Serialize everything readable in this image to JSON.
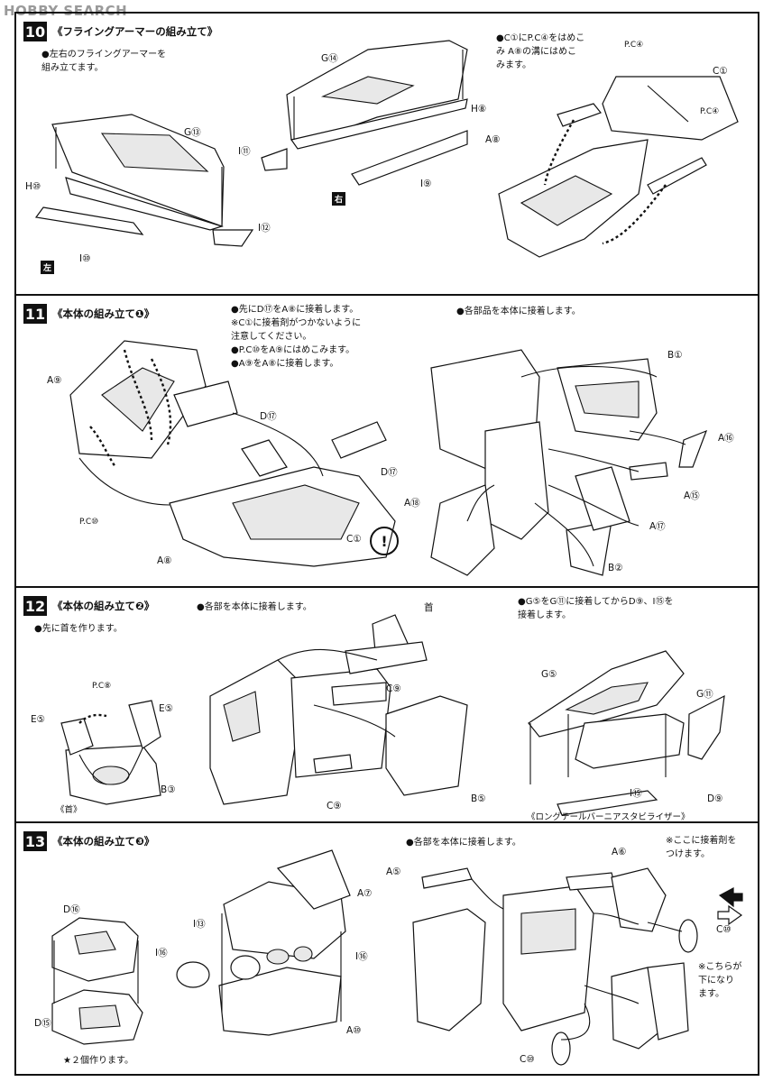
{
  "watermark": {
    "brand": "HOBBY SEARCH"
  },
  "steps": [
    {
      "number": "10",
      "title": "《フライングアーマーの組み立て》",
      "notes": [
        "●左右のフライングアーマーを",
        "組み立てます。"
      ],
      "notes2": [
        "●C①にP.C④をはめこ",
        "み A⑧の溝にはめこ",
        "みます。"
      ],
      "labels": {
        "g13": "G⑬",
        "h10": "H⑩",
        "i10": "I⑩",
        "i12": "I⑫",
        "g14": "G⑭",
        "h8": "H⑧",
        "i11": "I⑪",
        "i9": "I⑨",
        "a8": "A⑧",
        "pca1": "P.C④",
        "pca2": "P.C④",
        "c1": "C①"
      },
      "side_left": "左",
      "side_right": "右"
    },
    {
      "number": "11",
      "title": "《本体の組み立て❶》",
      "notes": [
        "●先にD⑰をA⑧に接着します。",
        "※C①に接着剤がつかないように",
        "注意してください。",
        "●P.C⑩をA⑨にはめこみます。",
        "●A⑨をA⑧に接着します。"
      ],
      "notes2": [
        "●各部品を本体に接着します。"
      ],
      "labels": {
        "a9": "A⑨",
        "d17a": "D⑰",
        "d17b": "D⑰",
        "pcd": "P.C⑩",
        "a8": "A⑧",
        "c1": "C①",
        "b1": "B①",
        "a16": "A⑯",
        "a15": "A⑮",
        "a18": "A⑱",
        "a17": "A⑰",
        "b2": "B②"
      },
      "warn_icon": "!"
    },
    {
      "number": "12",
      "title": "《本体の組み立て❷》",
      "notes": [
        "●先に首を作ります。"
      ],
      "notes2": [
        "●各部を本体に接着します。"
      ],
      "notes3": [
        "●G⑤をG⑪に接着してからD⑨、I⑮を",
        "接着します。"
      ],
      "labels": {
        "pcb": "P.C⑧",
        "e5a": "E⑤",
        "e5b": "E⑤",
        "b3": "B③",
        "neck_cap": "《首》",
        "neck": "首",
        "c9a": "C⑨",
        "c9b": "C⑨",
        "b5": "B⑤",
        "g5": "G⑤",
        "g11": "G⑪",
        "i15": "I⑮",
        "d9": "D⑨"
      },
      "caption": "《ロングテールバーニアスタビライザー》"
    },
    {
      "number": "13",
      "title": "《本体の組み立て❸》",
      "notes": [
        "●各部を本体に接着します。"
      ],
      "notes2": [
        "※ここに接着剤を",
        "つけます。"
      ],
      "notes3": [
        "※こちらが",
        "下になり",
        "ます。"
      ],
      "labels": {
        "d16": "D⑯",
        "d15": "D⑮",
        "i16a": "I⑯",
        "i13": "I⑬",
        "a7": "A⑦",
        "i16b": "I⑯",
        "a10": "A⑩",
        "a5": "A⑤",
        "a6": "A⑥",
        "c10a": "C⑩",
        "c10b": "C⑩"
      },
      "footnote": "★２個作ります。"
    }
  ]
}
